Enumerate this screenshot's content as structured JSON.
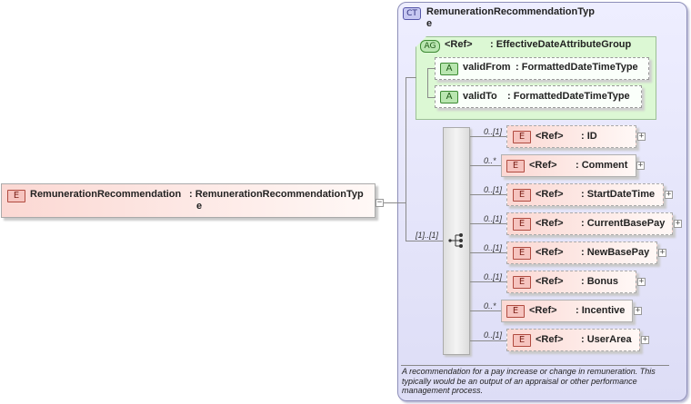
{
  "root": {
    "tag": "E",
    "name": "RemunerationRecommendation",
    "type_line1": ": RemunerationRecommendationTyp",
    "type_line2": "e",
    "collapse": "−"
  },
  "complex_type": {
    "tag": "CT",
    "name_line1": "RemunerationRecommendationTyp",
    "name_line2": "e"
  },
  "attribute_group": {
    "tag": "AG",
    "ref": "<Ref>",
    "name": ": EffectiveDateAttributeGroup",
    "attributes": [
      {
        "tag": "A",
        "name": "validFrom",
        "type": ": FormattedDateTimeType"
      },
      {
        "tag": "A",
        "name": "validTo",
        "type": ": FormattedDateTimeType"
      }
    ]
  },
  "sequence": {
    "cardinality": "[1]..[1]",
    "elements": [
      {
        "card": "0..[1]",
        "tag": "E",
        "ref": "<Ref>",
        "name": ": ID",
        "expand": "+"
      },
      {
        "card": "0..*",
        "tag": "E",
        "ref": "<Ref>",
        "name": ": Comment",
        "expand": "+"
      },
      {
        "card": "0..[1]",
        "tag": "E",
        "ref": "<Ref>",
        "name": ": StartDateTime",
        "expand": "+"
      },
      {
        "card": "0..[1]",
        "tag": "E",
        "ref": "<Ref>",
        "name": ": CurrentBasePay",
        "expand": "+"
      },
      {
        "card": "0..[1]",
        "tag": "E",
        "ref": "<Ref>",
        "name": ": NewBasePay",
        "expand": "+"
      },
      {
        "card": "0..[1]",
        "tag": "E",
        "ref": "<Ref>",
        "name": ": Bonus",
        "expand": "+"
      },
      {
        "card": "0..*",
        "tag": "E",
        "ref": "<Ref>",
        "name": ": Incentive",
        "expand": "+"
      },
      {
        "card": "0..[1]",
        "tag": "E",
        "ref": "<Ref>",
        "name": ": UserArea",
        "expand": "+"
      }
    ]
  },
  "documentation": {
    "line1": "A recommendation for a pay increase or change in remuneration. This",
    "line2": "typically would be an output of an appraisal or other performance",
    "line3": "management process."
  }
}
